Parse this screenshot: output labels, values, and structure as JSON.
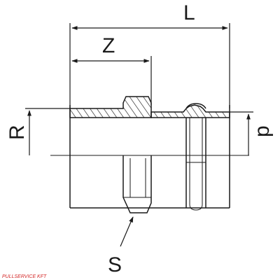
{
  "labels": {
    "L": "L",
    "Z": "Z",
    "R": "R",
    "p": "p",
    "S": "S"
  },
  "watermark": "PULLSERVICE KFT",
  "colors": {
    "line": "#1a1a1a",
    "watermark": "#d42a2a",
    "background": "#ffffff"
  }
}
